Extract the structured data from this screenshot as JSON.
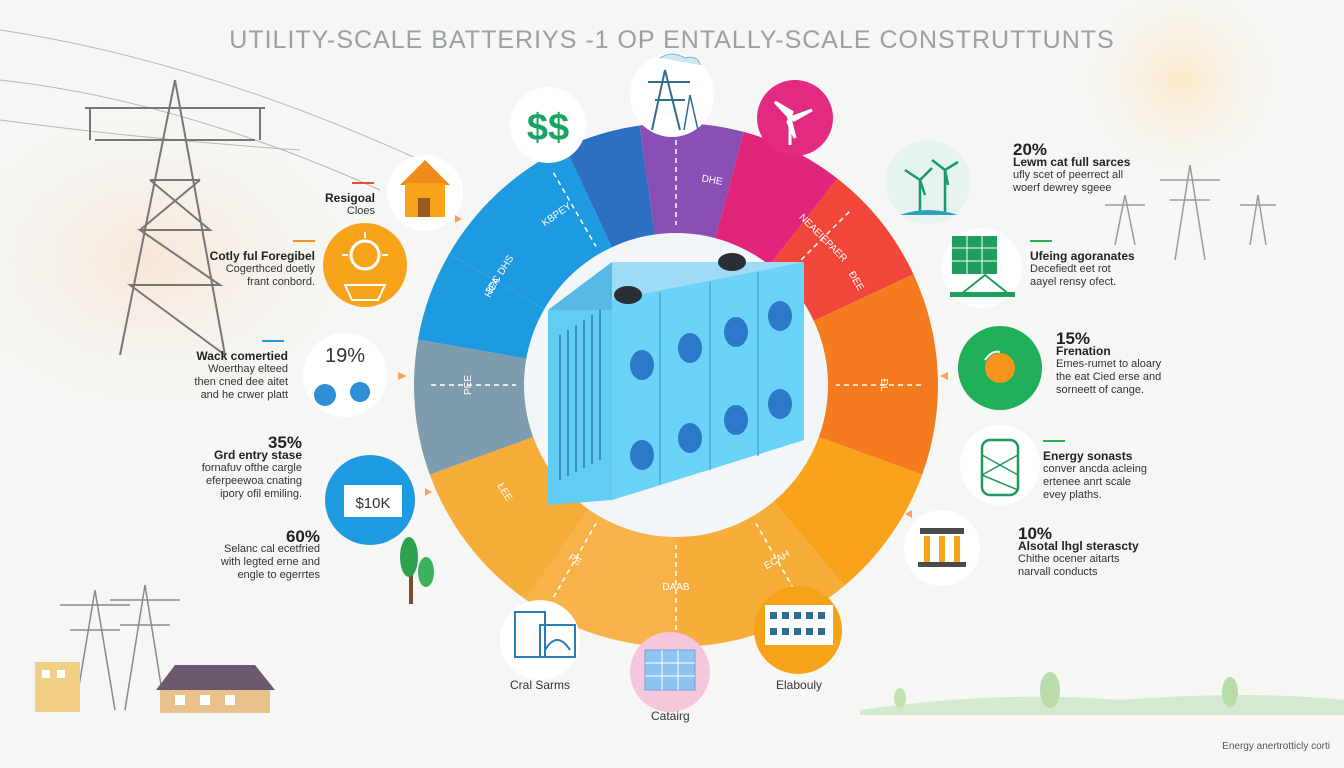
{
  "title": "UTILITY-SCALE BATTERIYS -1  OP ENTALLY-SCALE CONSTRUTTUNTS",
  "colors": {
    "blue": "#1e9be0",
    "dark_blue": "#2d6fc2",
    "purple": "#8a4fb5",
    "magenta": "#e0257a",
    "red": "#f0473a",
    "orange": "#f57b1f",
    "amber": "#f9a21b",
    "yellow_orange": "#f6ad3a",
    "light_orange": "#f7b24a",
    "gray_blue": "#7f9cae",
    "battery": "#5fc8f0",
    "green": "#26b05a"
  },
  "segment_labels": [
    "ЗPC DHS",
    "KBPEY",
    "DHE",
    "NEAEIEPAER",
    "ĐEE",
    "ĐL",
    "ECAH",
    "DAAB",
    "PE",
    "ŁEE",
    "PEE",
    "HCA"
  ],
  "icons": {
    "dollar": "$$",
    "dollar_icon": "dollar-icon",
    "tower": "transmission-tower-icon",
    "wind": "wind-turbine-icon",
    "house": "house-icon",
    "sun": "sun-icon",
    "globe": "globe-icon",
    "money": "$10K",
    "tree": "tree-icon",
    "wind_farm": "wind-farm-icon",
    "solar_panel": "solar-panel-icon",
    "circle": "green-circle-icon",
    "tank": "storage-tank-icon",
    "columns": "columns-icon",
    "grid": "solar-grid-icon",
    "building": "building-icon",
    "factory": "factory-icon"
  },
  "left": {
    "a1": {
      "head": "Resigoal",
      "body": "Cloes"
    },
    "a2": {
      "head": "Cotly ful Foregibel",
      "line1": "Cogerthced doetly",
      "line2": "frant conbord."
    },
    "a3": {
      "head": "Wack comertied",
      "line1": "Woerthay elteed",
      "line2": "then cned dee aitet",
      "line3": "and he crwer platt"
    },
    "p3": "19%",
    "a4": {
      "pct": "35%",
      "head": "Grd entry stase",
      "line1": "fornafuv ofthe cargle",
      "line2": "eferpeewoa cnating",
      "line3": "ipory ofil emiling."
    },
    "a5": {
      "pct": "60%",
      "line1": "Selanc cal ecetfried",
      "line2": "with legted erne and",
      "line3": "engle to egerrtes"
    }
  },
  "right": {
    "b1": {
      "pct": "20%",
      "head": "Lewm cat full sarces",
      "line1": "ufly scet of peerrect all",
      "line2": "woerf dewrey sgeee"
    },
    "b2": {
      "head": "Ufeing agoranates",
      "line1": "Decefiedt eet rot",
      "line2": "aayel rensy ofect."
    },
    "b3": {
      "pct": "15%",
      "head": "Frenation",
      "line1": "Emes-rumet to aloary",
      "line2": "the eat Cied erse and",
      "line3": "sorneett of cange."
    },
    "b4": {
      "head": "Energy sonasts",
      "line1": "conver ancda acleing",
      "line2": "ertenee anrt scale",
      "line3": "evey plaths."
    },
    "b5": {
      "pct": "10%",
      "head": "Alsotal lhgl sterascty",
      "line1": "Chithe ocener aitarts",
      "line2": "narvall conducts"
    }
  },
  "bottom": {
    "left": "Cral Sarms",
    "center": "Catairg",
    "right": "Elabouly"
  },
  "footer": "Energy anertrotticly corti"
}
